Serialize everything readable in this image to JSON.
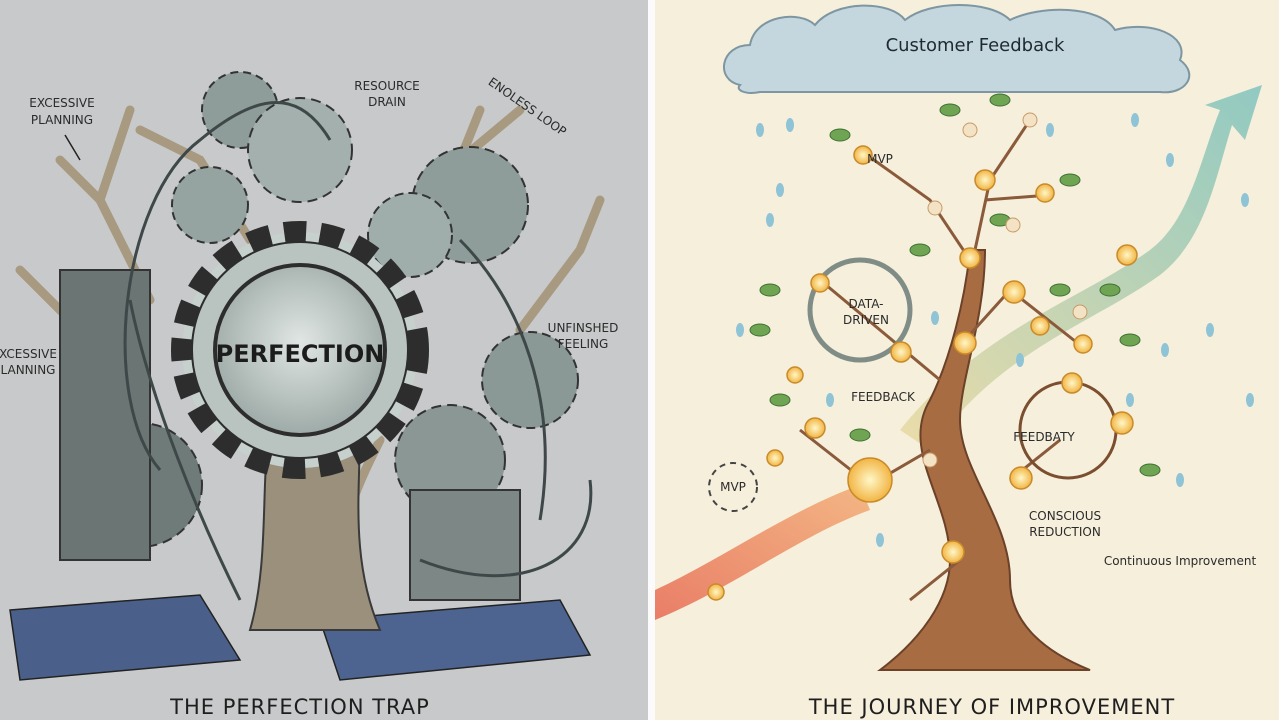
{
  "left_panel": {
    "title": "THE PERFECTION TRAP",
    "center_label": "PERFECTION",
    "labels": {
      "excessive_planning_top_1": "EXCESSIVE",
      "excessive_planning_top_2": "PLANNING",
      "resource_drain_1": "RESOURCE",
      "resource_drain_2": "DRAIN",
      "endless_loop": "ENOLESS LOOP",
      "excessive_planning_side_1": "XCESSIVE",
      "excessive_planning_side_2": "LANNING",
      "unfinished_feeling_1": "UNFINSHED",
      "unfinished_feeling_2": "FEELING"
    }
  },
  "right_panel": {
    "title": "THE JOURNEY OF IMPROVEMENT",
    "cloud_label": "Customer Feedback",
    "labels": {
      "mvp_top": "MVP",
      "data_driven_1": "DATA-",
      "data_driven_2": "DRIVEN",
      "feedback": "FEEDBACK",
      "feedbaty": "FEEDBATY",
      "mvp_bottom": "MVP",
      "conscious_reduction_1": "CONSCIOUS",
      "conscious_reduction_2": "REDUCTION",
      "continuous_improvement": "Continuous Improvement"
    }
  },
  "colors": {
    "left_bg": "#c8c9ca",
    "right_bg": "#f5efdc",
    "gear": "#9aa7a5",
    "wood": "#a89a80",
    "leaf": "#6fa552",
    "node": "#f6c75a",
    "trunk": "#9a6440",
    "arrow_teal": "#8fc6c2",
    "arrow_red": "#e98a6c"
  }
}
